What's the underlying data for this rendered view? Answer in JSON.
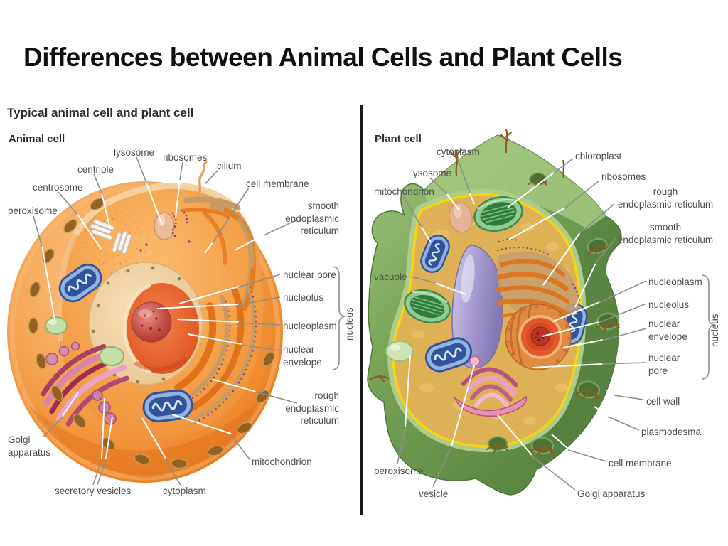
{
  "slide": {
    "title": "Differences between Animal Cells and Plant Cells"
  },
  "figure": {
    "subtitle": "Typical animal cell and plant cell",
    "animal": {
      "heading": "Animal cell",
      "nucleus_group_label": "nucleus",
      "labels": {
        "lysosome": "lysosome",
        "ribosomes": "ribosomes",
        "cilium": "cilium",
        "centriole": "centriole",
        "cell_membrane": "cell membrane",
        "centrosome": "centrosome",
        "peroxisome": "peroxisome",
        "smooth_er": "smooth\nendoplasmic\nreticulum",
        "nuclear_pore": "nuclear pore",
        "nucleolus": "nucleolus",
        "nucleoplasm": "nucleoplasm",
        "nuclear_envelope": "nuclear\nenvelope",
        "rough_er": "rough\nendoplasmic\nreticulum",
        "mitochondrion": "mitochondrion",
        "golgi_apparatus": "Golgi\napparatus",
        "secretory_vesicles": "secretory vesicles",
        "cytoplasm": "cytoplasm"
      }
    },
    "plant": {
      "heading": "Plant cell",
      "nucleus_group_label": "nucleus",
      "labels": {
        "cytoplasm": "cytoplasm",
        "chloroplast": "chloroplast",
        "lysosome": "lysosome",
        "ribosomes": "ribosomes",
        "mitochondrion": "mitochondrion",
        "rough_er": "rough\nendoplasmic reticulum",
        "smooth_er": "smooth\nendoplasmic reticulum",
        "vacuole": "vacuole",
        "nucleoplasm": "nucleoplasm",
        "nucleolus": "nucleolus",
        "nuclear_envelope": "nuclear\nenvelope",
        "nuclear_pore": "nuclear\npore",
        "cell_wall": "cell wall",
        "plasmodesma": "plasmodesma",
        "cell_membrane": "cell membrane",
        "peroxisome": "peroxisome",
        "vesicle": "vesicle",
        "golgi_apparatus": "Golgi apparatus"
      }
    },
    "palette": {
      "animal_cell_orange": "#ef8a2e",
      "plant_cell_green": "#74a054",
      "plant_interior_gold": "#deb156",
      "vacuole_purple": "#a89dd0",
      "mitochondrion_blue": "#2f549b",
      "golgi_pink": "#d87fae",
      "label_text_gray": "#4e4e4e",
      "divider_black": "#1a1a1a"
    }
  }
}
